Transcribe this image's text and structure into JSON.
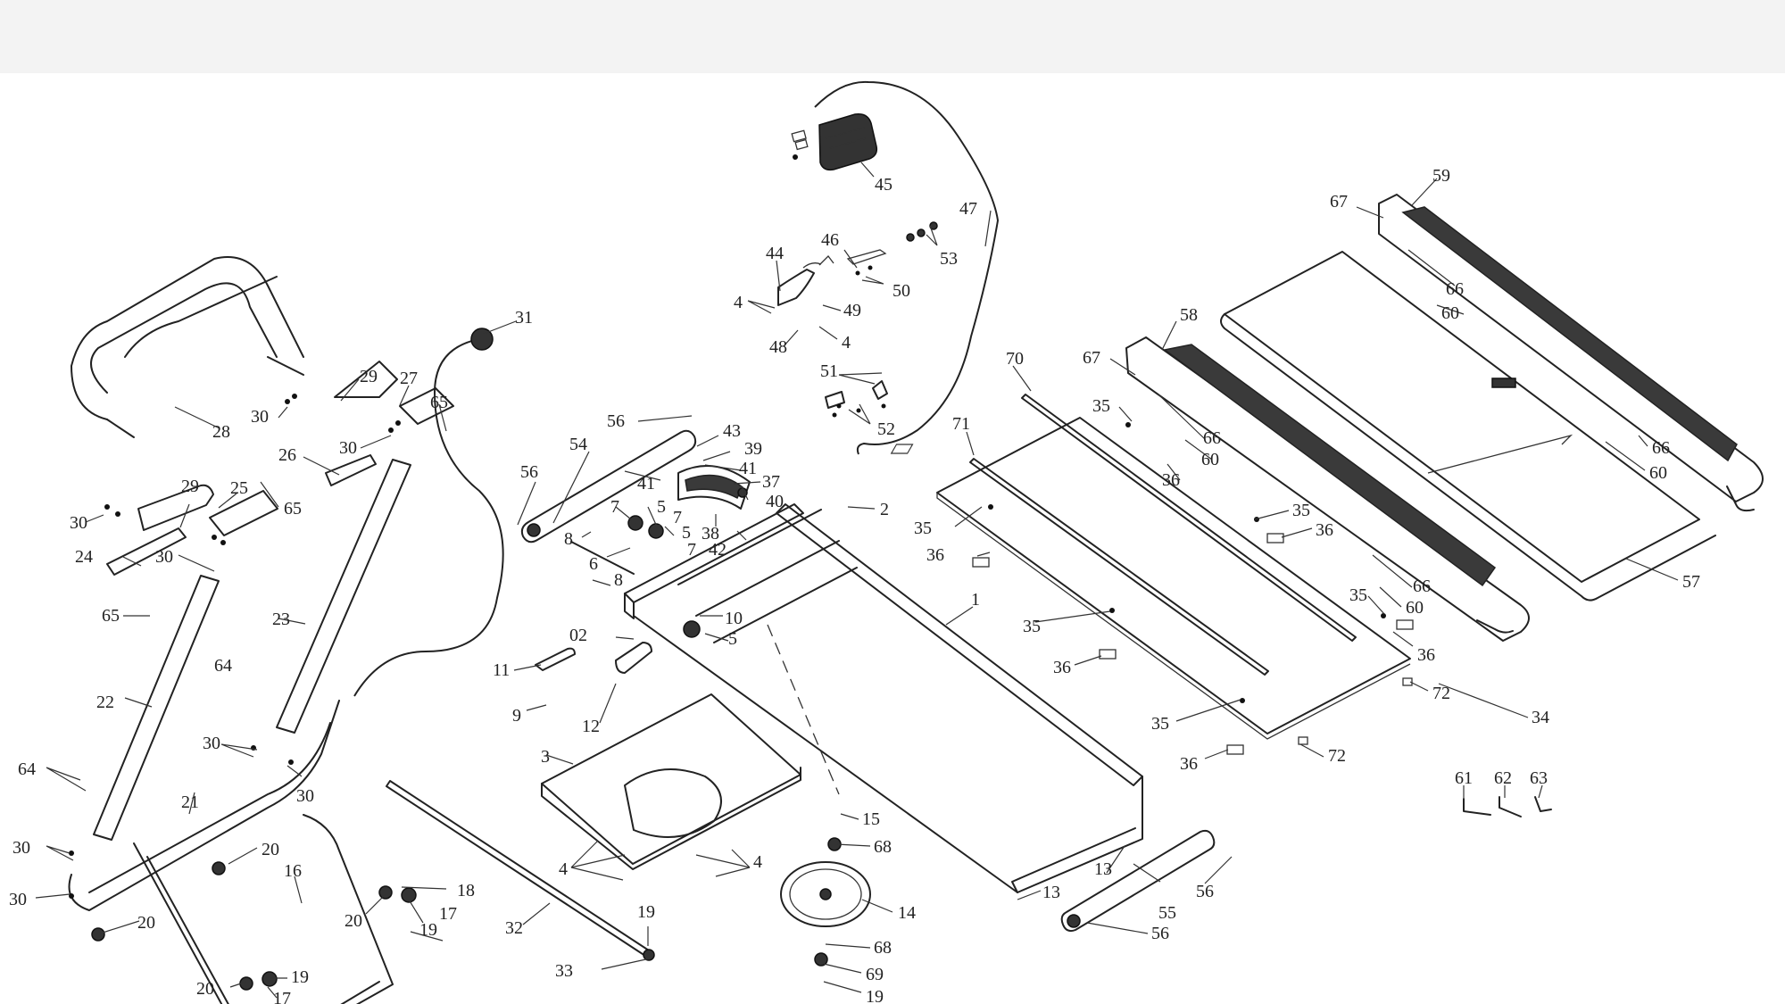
{
  "diagram": {
    "callouts": [
      {
        "id": "c45",
        "text": "45"
      },
      {
        "id": "c47",
        "text": "47"
      },
      {
        "id": "c46",
        "text": "46"
      },
      {
        "id": "c53",
        "text": "53"
      },
      {
        "id": "c50",
        "text": "50"
      },
      {
        "id": "c44",
        "text": "44"
      },
      {
        "id": "c4a",
        "text": "4"
      },
      {
        "id": "c49",
        "text": "49"
      },
      {
        "id": "c48",
        "text": "48"
      },
      {
        "id": "c4b",
        "text": "4"
      },
      {
        "id": "c51",
        "text": "51"
      },
      {
        "id": "c52",
        "text": "52"
      },
      {
        "id": "c59",
        "text": "59"
      },
      {
        "id": "c67a",
        "text": "67"
      },
      {
        "id": "c66a",
        "text": "66"
      },
      {
        "id": "c60a",
        "text": "60"
      },
      {
        "id": "c58",
        "text": "58"
      },
      {
        "id": "c67b",
        "text": "67"
      },
      {
        "id": "c66b",
        "text": "66"
      },
      {
        "id": "c60b",
        "text": "60"
      },
      {
        "id": "c66c",
        "text": "66"
      },
      {
        "id": "c60c",
        "text": "60"
      },
      {
        "id": "c66d",
        "text": "66"
      },
      {
        "id": "c60d",
        "text": "60"
      },
      {
        "id": "c57",
        "text": "57"
      },
      {
        "id": "c70",
        "text": "70"
      },
      {
        "id": "c71",
        "text": "71"
      },
      {
        "id": "c35a",
        "text": "35"
      },
      {
        "id": "c36a",
        "text": "36"
      },
      {
        "id": "c35b",
        "text": "35"
      },
      {
        "id": "c36b",
        "text": "36"
      },
      {
        "id": "c35c",
        "text": "35"
      },
      {
        "id": "c36c",
        "text": "36"
      },
      {
        "id": "c35d",
        "text": "35"
      },
      {
        "id": "c36d",
        "text": "36"
      },
      {
        "id": "c35e",
        "text": "35"
      },
      {
        "id": "c36e",
        "text": "36"
      },
      {
        "id": "c35f",
        "text": "35"
      },
      {
        "id": "c36f",
        "text": "36"
      },
      {
        "id": "c72a",
        "text": "72"
      },
      {
        "id": "c34",
        "text": "34"
      },
      {
        "id": "c72b",
        "text": "72"
      },
      {
        "id": "c31",
        "text": "31"
      },
      {
        "id": "c29a",
        "text": "29"
      },
      {
        "id": "c27",
        "text": "27"
      },
      {
        "id": "c65a",
        "text": "65"
      },
      {
        "id": "c30a",
        "text": "30"
      },
      {
        "id": "c28",
        "text": "28"
      },
      {
        "id": "c30b",
        "text": "30"
      },
      {
        "id": "c26",
        "text": "26"
      },
      {
        "id": "c29b",
        "text": "29"
      },
      {
        "id": "c25",
        "text": "25"
      },
      {
        "id": "c65b",
        "text": "65"
      },
      {
        "id": "c30c",
        "text": "30"
      },
      {
        "id": "c30d",
        "text": "30"
      },
      {
        "id": "c24",
        "text": "24"
      },
      {
        "id": "c65c",
        "text": "65"
      },
      {
        "id": "c23",
        "text": "23"
      },
      {
        "id": "c64a",
        "text": "64"
      },
      {
        "id": "c22",
        "text": "22"
      },
      {
        "id": "c30e",
        "text": "30"
      },
      {
        "id": "c30f",
        "text": "30"
      },
      {
        "id": "c64b",
        "text": "64"
      },
      {
        "id": "c21",
        "text": "21"
      },
      {
        "id": "c30g",
        "text": "30"
      },
      {
        "id": "c20a",
        "text": "20"
      },
      {
        "id": "c16",
        "text": "16"
      },
      {
        "id": "c30h",
        "text": "30"
      },
      {
        "id": "c20b",
        "text": "20"
      },
      {
        "id": "c18",
        "text": "18"
      },
      {
        "id": "c20c",
        "text": "20"
      },
      {
        "id": "c17a",
        "text": "17"
      },
      {
        "id": "c19a",
        "text": "19"
      },
      {
        "id": "c20d",
        "text": "20"
      },
      {
        "id": "c19b",
        "text": "19"
      },
      {
        "id": "c17b",
        "text": "17"
      },
      {
        "id": "c56a",
        "text": "56"
      },
      {
        "id": "c54",
        "text": "54"
      },
      {
        "id": "c56b",
        "text": "56"
      },
      {
        "id": "c43",
        "text": "43"
      },
      {
        "id": "c39",
        "text": "39"
      },
      {
        "id": "c41a",
        "text": "41"
      },
      {
        "id": "c41b",
        "text": "41"
      },
      {
        "id": "c37",
        "text": "37"
      },
      {
        "id": "c40",
        "text": "40"
      },
      {
        "id": "c7a",
        "text": "7"
      },
      {
        "id": "c5a",
        "text": "5"
      },
      {
        "id": "c7b",
        "text": "7"
      },
      {
        "id": "c5b",
        "text": "5"
      },
      {
        "id": "c38",
        "text": "38"
      },
      {
        "id": "c7c",
        "text": "7"
      },
      {
        "id": "c42",
        "text": "42"
      },
      {
        "id": "c8a",
        "text": "8"
      },
      {
        "id": "c6",
        "text": "6"
      },
      {
        "id": "c8b",
        "text": "8"
      },
      {
        "id": "c2",
        "text": "2"
      },
      {
        "id": "c1",
        "text": "1"
      },
      {
        "id": "c10",
        "text": "10"
      },
      {
        "id": "c5c",
        "text": "5"
      },
      {
        "id": "c02",
        "text": "02"
      },
      {
        "id": "c11",
        "text": "11"
      },
      {
        "id": "c9",
        "text": "9"
      },
      {
        "id": "c12",
        "text": "12"
      },
      {
        "id": "c3",
        "text": "3"
      },
      {
        "id": "c4c",
        "text": "4"
      },
      {
        "id": "c4d",
        "text": "4"
      },
      {
        "id": "c32",
        "text": "32"
      },
      {
        "id": "c19c",
        "text": "19"
      },
      {
        "id": "c33",
        "text": "33"
      },
      {
        "id": "c15",
        "text": "15"
      },
      {
        "id": "c68a",
        "text": "68"
      },
      {
        "id": "c14",
        "text": "14"
      },
      {
        "id": "c68b",
        "text": "68"
      },
      {
        "id": "c69",
        "text": "69"
      },
      {
        "id": "c19d",
        "text": "19"
      },
      {
        "id": "c13a",
        "text": "13"
      },
      {
        "id": "c13b",
        "text": "13"
      },
      {
        "id": "c56c",
        "text": "56"
      },
      {
        "id": "c55",
        "text": "55"
      },
      {
        "id": "c56d",
        "text": "56"
      },
      {
        "id": "c61",
        "text": "61"
      },
      {
        "id": "c62",
        "text": "62"
      },
      {
        "id": "c63",
        "text": "63"
      }
    ]
  }
}
